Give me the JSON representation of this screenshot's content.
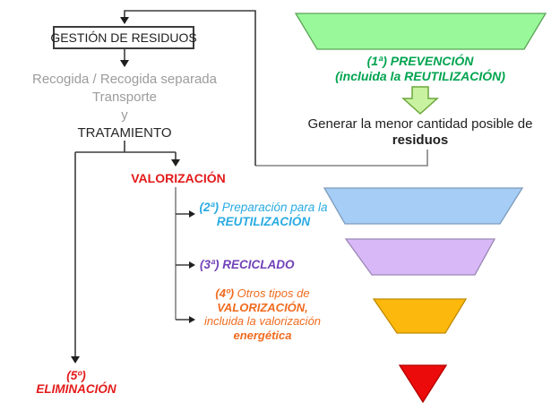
{
  "header": {
    "box_label": "GESTIÓN DE RESIDUOS"
  },
  "process_steps": {
    "line1": "Recogida / Recogida separada",
    "line2": "Transporte",
    "line3": "y",
    "line4": "TRATAMIENTO"
  },
  "valorization": {
    "label": "VALORIZACIÓN"
  },
  "prevention": {
    "rank": "(1ª)",
    "title": "PREVENCIÓN",
    "subtitle": "(incluida la REUTILIZACIÓN)",
    "note_line1": "Generar la menor cantidad posible de",
    "note_line2": "residuos"
  },
  "hierarchy": {
    "level2": {
      "rank": "(2ª)",
      "lead": "Preparación para la",
      "emph": "REUTILIZACIÓN"
    },
    "level3": {
      "rank": "(3ª)",
      "emph": "RECICLADO"
    },
    "level4": {
      "rank": "(4º)",
      "lead": "Otros tipos de",
      "emph": "VALORIZACIÓN,",
      "lead2": "incluida la valorización",
      "emph2": "energética"
    },
    "level5": {
      "rank": "(5º)",
      "emph": "ELIMINACIÓN"
    }
  },
  "colors": {
    "text_gray": "#9c9c9c",
    "text_black": "#262626",
    "red_text": "#e31a1a",
    "green_text": "#00a44f",
    "blue_text": "#29abe2",
    "purple_text": "#7141b8",
    "orange_text": "#f06b1f"
  },
  "funnel": {
    "level1_fill": "#99f899",
    "level1_stroke": "#5ba357",
    "level2_fill": "#a5cdf6",
    "level2_stroke": "#7f9cba",
    "level3_fill": "#d9b8f8",
    "level3_stroke": "#9b87b4",
    "level4_fill": "#fdb80d",
    "level4_stroke": "#bf8b00",
    "level5_fill": "#ec0b0b",
    "level5_stroke": "#b30000",
    "arrow_fill": "#c9f2a0",
    "arrow_stroke": "#6ca83c"
  }
}
